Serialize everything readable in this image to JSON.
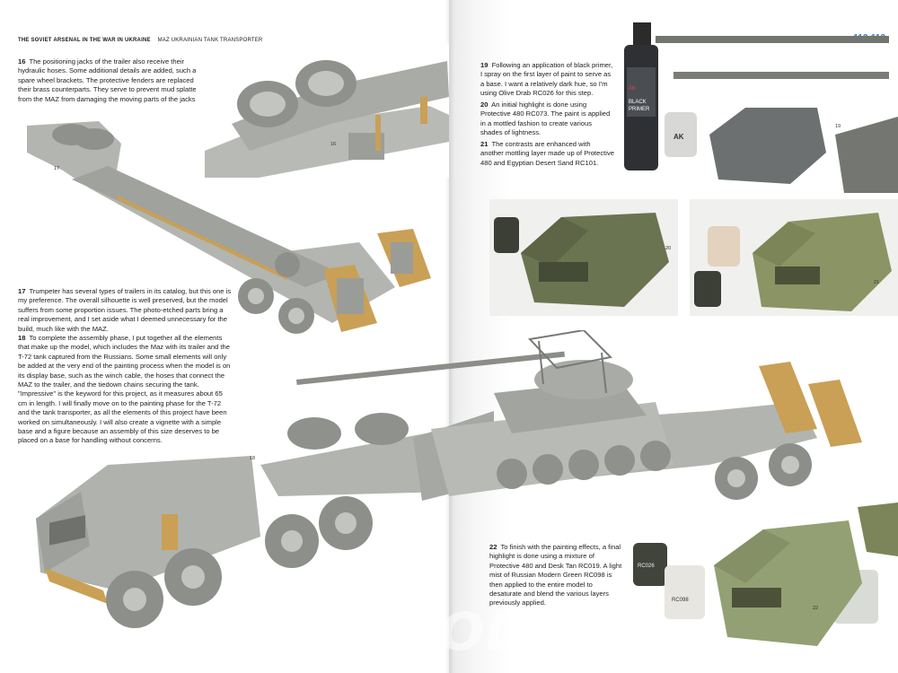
{
  "header": {
    "title": "THE SOVIET ARSENAL IN THE WAR IN UKRAINE",
    "subtitle": "MAZ UKRAINIAN TANK TRANSPORTER",
    "page_numbers": "112-113"
  },
  "left_page": {
    "step16": {
      "num": "16",
      "text": "The positioning jacks of the trailer also receive their hydraulic hoses. Some additional details are added, such as the spare wheel brackets. The protective fenders are replaced with their brass counterparts. They serve to prevent mud splatter from the MAZ from damaging the moving parts of the jacks."
    },
    "step17": {
      "num": "17",
      "text": "Trumpeter has several types of trailers in its catalog, but this one is my preference. The overall silhouette is well preserved, but the model suffers from some proportion issues. The photo-etched parts bring a real improvement, and I set aside what I deemed unnecessary for the build, much like with the MAZ."
    },
    "step18": {
      "num": "18",
      "text": "To complete the assembly phase, I put together all the elements that make up the model, which includes the Maz with its trailer and the T-72 tank captured from the Russians. Some small elements will only be added at the very end of the painting process when the model is on its display base, such as the winch cable, the hoses that connect the MAZ to the trailer, and the tiedown chains securing the tank. \"Impressive\" is the keyword for this project, as it measures about 65 cm in length. I will finally move on to the painting phase for the T-72 and the tank transporter, as all the elements of this project have been worked on simultaneously. I will also create a vignette with a simple base and a figure because an assembly of this size deserves to be placed on a base for handling without concerns."
    },
    "photo_labels": {
      "p16": "16",
      "p17": "17",
      "p18": "18"
    }
  },
  "right_page": {
    "step19": {
      "num": "19",
      "text": "Following an application of black primer, I spray on the first layer of paint to serve as a base. I want a relatively dark hue, so I'm using Olive Drab RC026 for this step."
    },
    "step20": {
      "num": "20",
      "text": "An initial highlight is done using Protective 480 RC073. The paint is applied in a mottled fashion to create various shades of lightness."
    },
    "step21": {
      "num": "21",
      "text": "The contrasts are enhanced with another mottling layer made up of Protective 480 and Egyptian Desert Sand RC101."
    },
    "step22": {
      "num": "22",
      "text": "To finish with the painting effects, a final highlight is done using a mixture of Protective 480 and Desk Tan RC019. A light mist of Russian Modern Green RC098 is then applied to the entire model to desaturate and blend the various layers previously applied."
    },
    "photo_labels": {
      "p19": "19",
      "p20": "20",
      "p21": "21",
      "p22": "22"
    },
    "bottle_labels": {
      "primer_brand": "AK",
      "primer_line1": "BLACK",
      "primer_line2": "PRIMER",
      "jar_brand": "AK",
      "rc_code_a": "RC026",
      "rc_code_b": "RC098"
    }
  },
  "watermark": "MODEL",
  "colors": {
    "accent": "#3a7bbf",
    "grey_model": "#a7a9a6",
    "olive": "#6b7450",
    "light_olive": "#9aa27a",
    "brass": "#c9a055"
  }
}
